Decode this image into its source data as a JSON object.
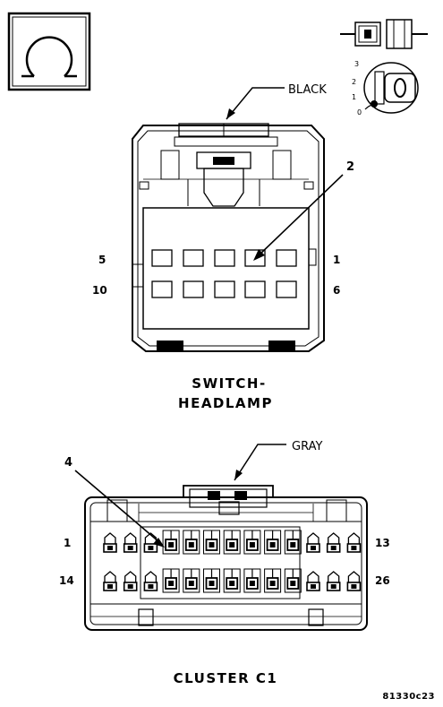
{
  "headlamp_connector": {
    "color_label": "BLACK",
    "callout": "2",
    "pin_left_top": "5",
    "pin_right_top": "1",
    "pin_left_bottom": "10",
    "pin_right_bottom": "6",
    "title_line1": "SWITCH-",
    "title_line2": "HEADLAMP"
  },
  "cluster_connector": {
    "color_label": "GRAY",
    "callout": "4",
    "pin_left_top": "1",
    "pin_right_top": "13",
    "pin_left_bottom": "14",
    "pin_right_bottom": "26",
    "title": "CLUSTER C1"
  },
  "switch_positions": [
    "3",
    "2",
    "1",
    "0"
  ],
  "figure_code": "81330c23"
}
